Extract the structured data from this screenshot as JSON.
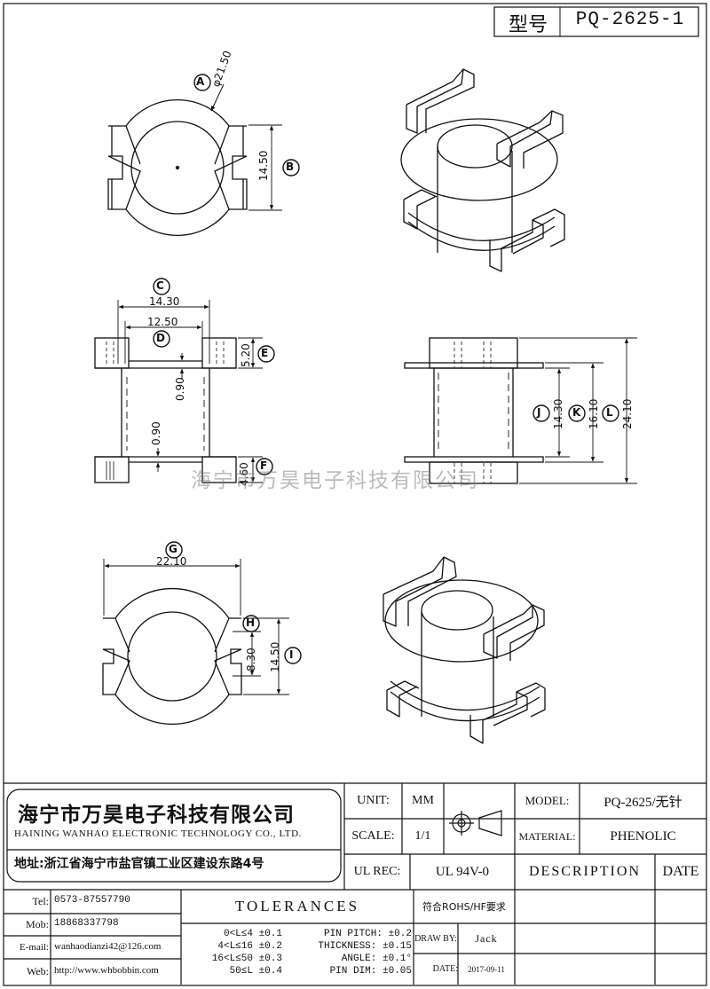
{
  "header": {
    "type_label": "型号",
    "type_value": "PQ-2625-1"
  },
  "dims": {
    "A": "A",
    "A_value": "φ21.50",
    "B": "B",
    "B_value": "14.50",
    "C": "C",
    "C_value": "14.30",
    "D": "D",
    "D_value": "12.50",
    "E": "E",
    "E_value": "5.20",
    "F": "F",
    "F_value": "4.60",
    "upper_wall": "0.90",
    "lower_wall": "0.90",
    "G": "G",
    "G_value": "22.10",
    "H": "H",
    "H_value": "8.30",
    "I": "I",
    "I_value": "14.50",
    "J": "J",
    "J_value": "14.30",
    "K": "K",
    "K_value": "16.10",
    "L": "L",
    "L_value": "24.10"
  },
  "watermark": "海宁市万昊电子科技有限公司",
  "titleblock": {
    "company_cn": "海宁市万昊电子科技有限公司",
    "company_en": "HAINING WANHAO ELECTRONIC TECHNOLOGY CO., LTD.",
    "address": "地址:浙江省海宁市盐官镇工业区建设东路4号",
    "unit_label": "UNIT:",
    "unit_value": "MM",
    "scale_label": "SCALE:",
    "scale_value": "1/1",
    "ulrec_label": "UL REC:",
    "ulrec_value": "UL 94V-0",
    "model_label": "MODEL:",
    "model_value": "PQ-2625/无针",
    "material_label": "MATERIAL:",
    "material_value": "PHENOLIC",
    "description_label": "DESCRIPTION",
    "date_label": "DATE",
    "tel_label": "Tel:",
    "tel_value": "0573-87557790",
    "mob_label": "Mob:",
    "mob_value": "18868337798",
    "email_label": "E-mail:",
    "email_value": "wanhaodianzi42@126.com",
    "web_label": "Web:",
    "web_value": "http://www.whbobbin.com",
    "tolerances_label": "TOLERANCES",
    "rohs": "符合ROHS/HF要求",
    "tol_ranges": [
      "0<L≤4 ±0.1",
      "4<L≤16 ±0.2",
      "16<L≤50 ±0.3",
      "50≤L ±0.4"
    ],
    "tol_specs": [
      "PIN PITCH: ±0.2",
      "THICKNESS: ±0.15",
      "ANGLE: ±0.1°",
      "PIN DIM: ±0.05"
    ],
    "drawby_label": "DRAW BY:",
    "drawby_value": "Jack",
    "date_row_label": "DATE:",
    "date_value": "2017-09-11"
  }
}
